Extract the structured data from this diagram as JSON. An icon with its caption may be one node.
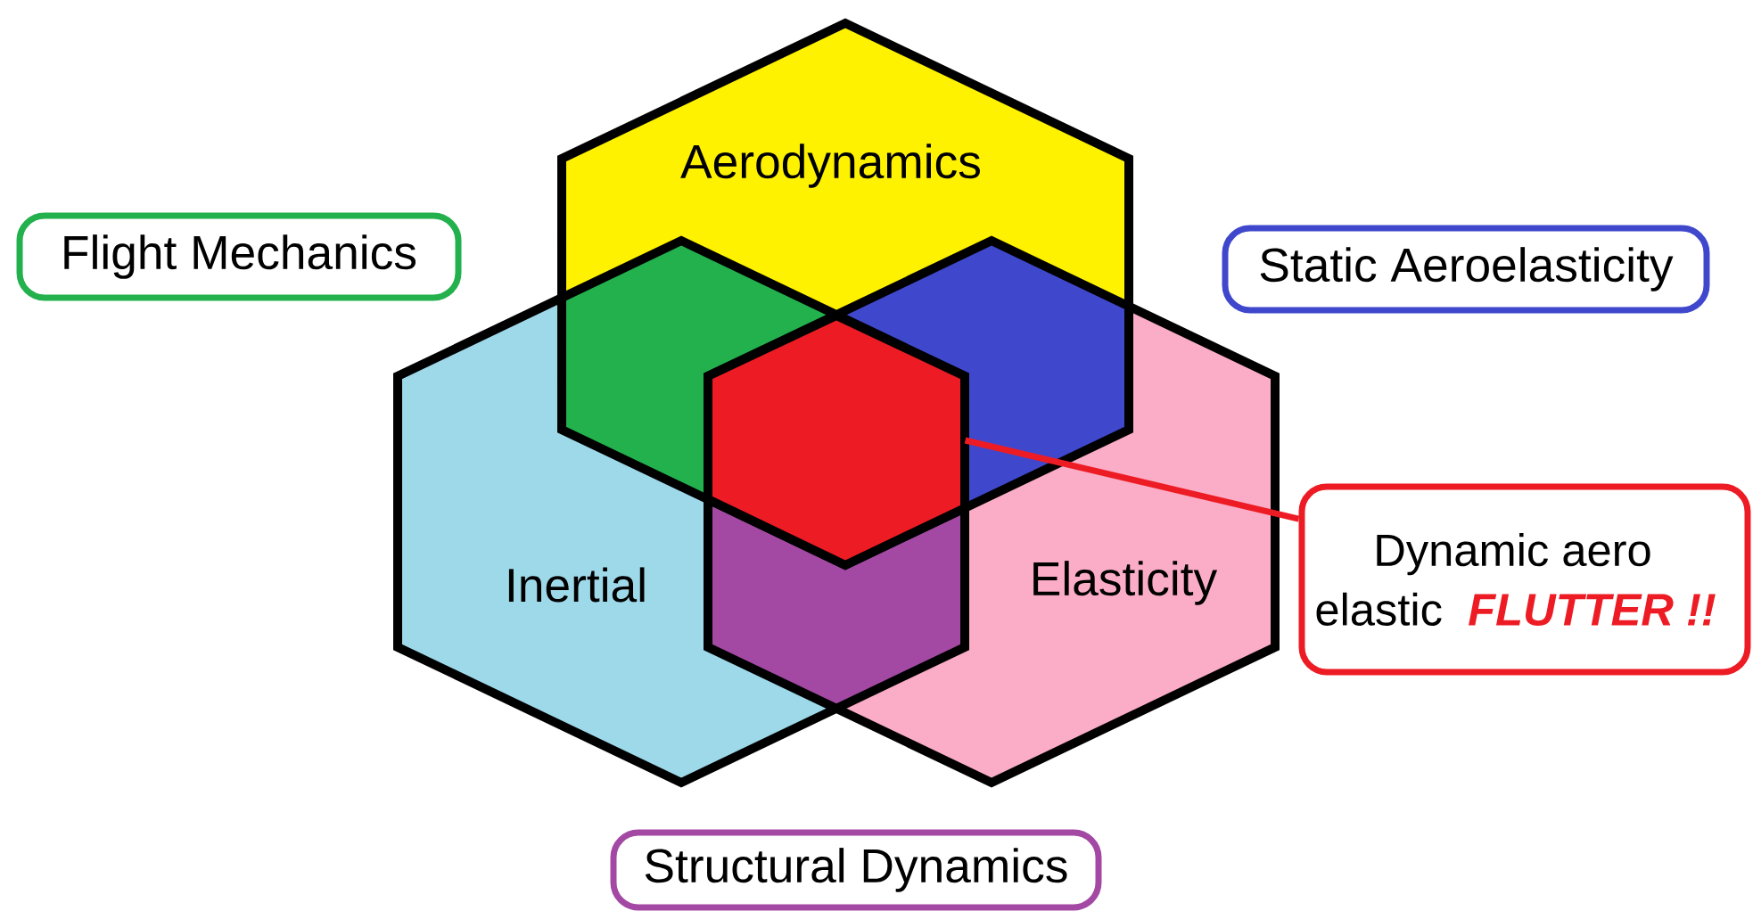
{
  "diagram": {
    "nodes": [
      {
        "text": [
          "Aerodynamics"
        ]
      },
      {
        "text": [
          "Inertial"
        ]
      },
      {
        "text": [
          "Elasticity"
        ]
      },
      {
        "text": [],
        "shape": "hexagon"
      },
      {
        "text": [
          "Flight Mechanics"
        ]
      },
      {
        "text": [
          "Static Aeroelasticity"
        ]
      },
      {
        "text": [
          "Structural Dynamics"
        ]
      },
      {
        "text": [
          "Dynamic aero elastic",
          "FLUTTER !!"
        ]
      }
    ],
    "edges": [
      {
        "from": 3,
        "to": 7,
        "arrow": "none",
        "color": "#ed1c24"
      }
    ]
  }
}
